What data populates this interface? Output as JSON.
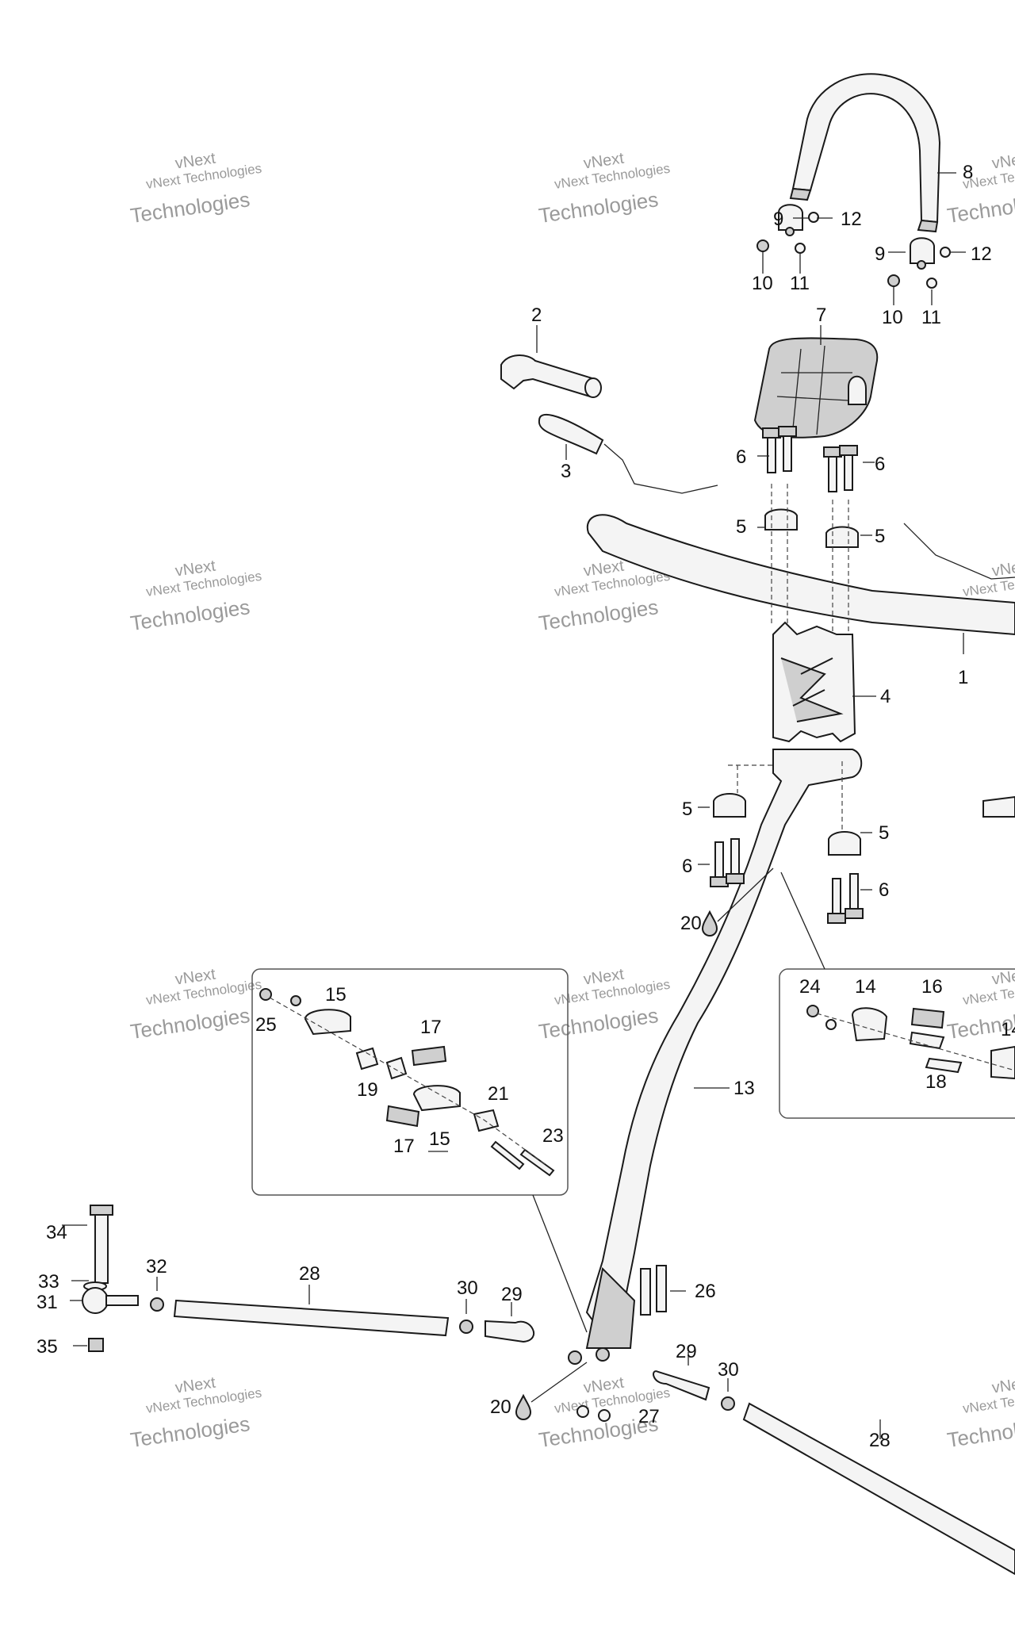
{
  "watermark": {
    "line1": "vNext Technologies",
    "line2": "Technologies",
    "line3": "vNext"
  },
  "colors": {
    "line": "#1a1a1a",
    "part_fill": "#f4f4f4",
    "shade": "#cfcfcf",
    "watermark": "#9a9a9a"
  },
  "callouts": {
    "c1": "1",
    "c2": "2",
    "c3": "3",
    "c4": "4",
    "c5": "5",
    "c6": "6",
    "c7": "7",
    "c8": "8",
    "c9": "9",
    "c10": "10",
    "c11": "11",
    "c12": "12",
    "c13": "13",
    "c14": "14",
    "c15": "15",
    "c16": "16",
    "c17": "17",
    "c18": "18",
    "c19": "19",
    "c20": "20",
    "c21": "21",
    "c23": "23",
    "c24": "24",
    "c25": "25",
    "c26": "26",
    "c27": "27",
    "c28": "28",
    "c29": "29",
    "c30": "30",
    "c31": "31",
    "c32": "32",
    "c33": "33",
    "c34": "34",
    "c35": "35"
  }
}
